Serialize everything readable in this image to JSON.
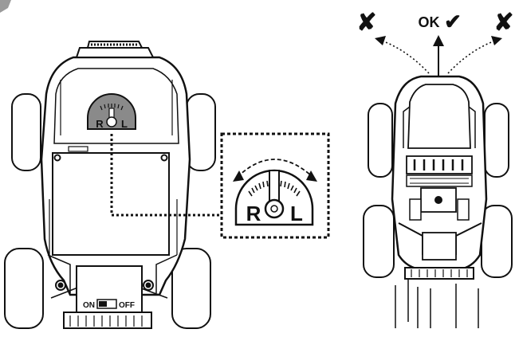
{
  "trim_dial": {
    "left_letter": "R",
    "right_letter": "L"
  },
  "switch": {
    "on_label": "ON",
    "off_label": "OFF"
  },
  "direction": {
    "ok_label": "OK",
    "ok_mark": "✔",
    "wrong_mark": "✘"
  }
}
